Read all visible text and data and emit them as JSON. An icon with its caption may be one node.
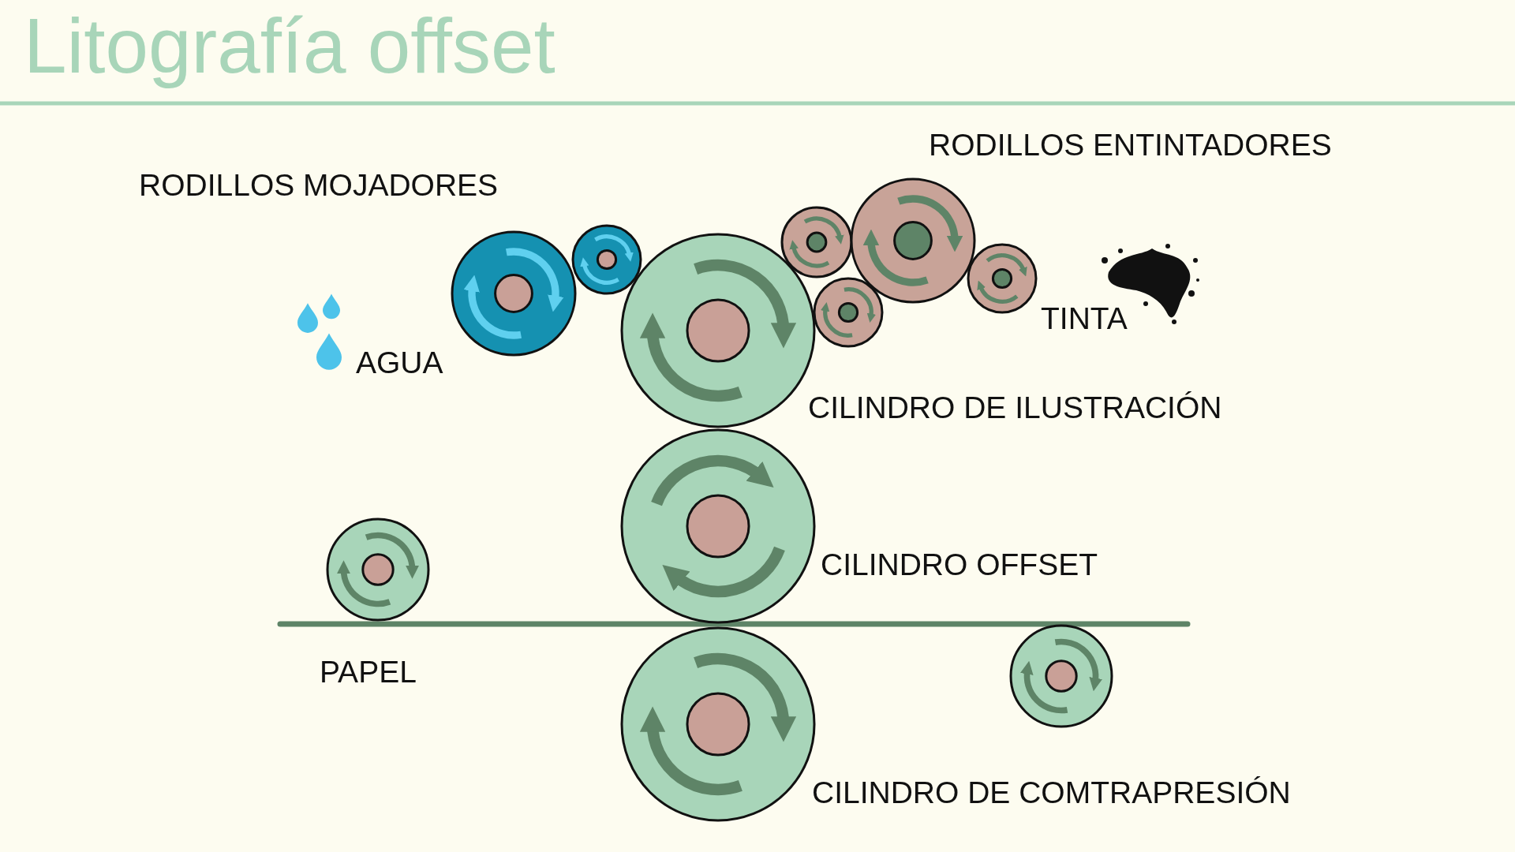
{
  "diagram": {
    "title": "Litografía offset",
    "labels": [
      "RODILLOS ENTINTADORES",
      "RODILLOS MOJADORES",
      "TINTA",
      "AGUA",
      "CILINDRO DE ILUSTRACIÓN",
      "CILINDRO OFFSET",
      "PAPEL",
      "CILINDRO DE COMTRAPRESIÓN"
    ]
  }
}
